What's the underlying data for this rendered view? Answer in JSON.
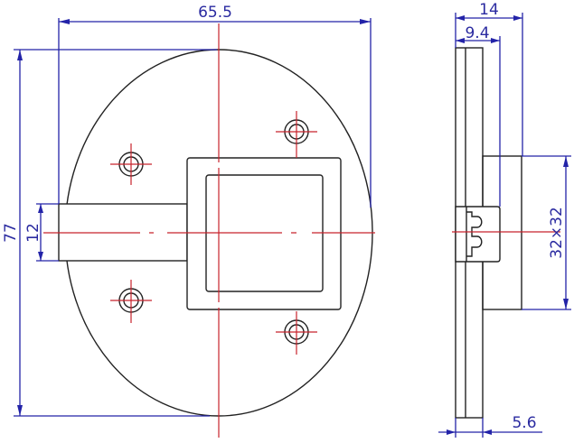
{
  "dimensions": {
    "width": "65.5",
    "height": "77",
    "bar_width": "12",
    "depth_total": "14",
    "depth_partial": "9.4",
    "boss_size": "32×32",
    "plate_thickness": "5.6"
  },
  "colors": {
    "dimension": "#2323a8",
    "centerline": "#c8232c",
    "outline": "#222222"
  }
}
